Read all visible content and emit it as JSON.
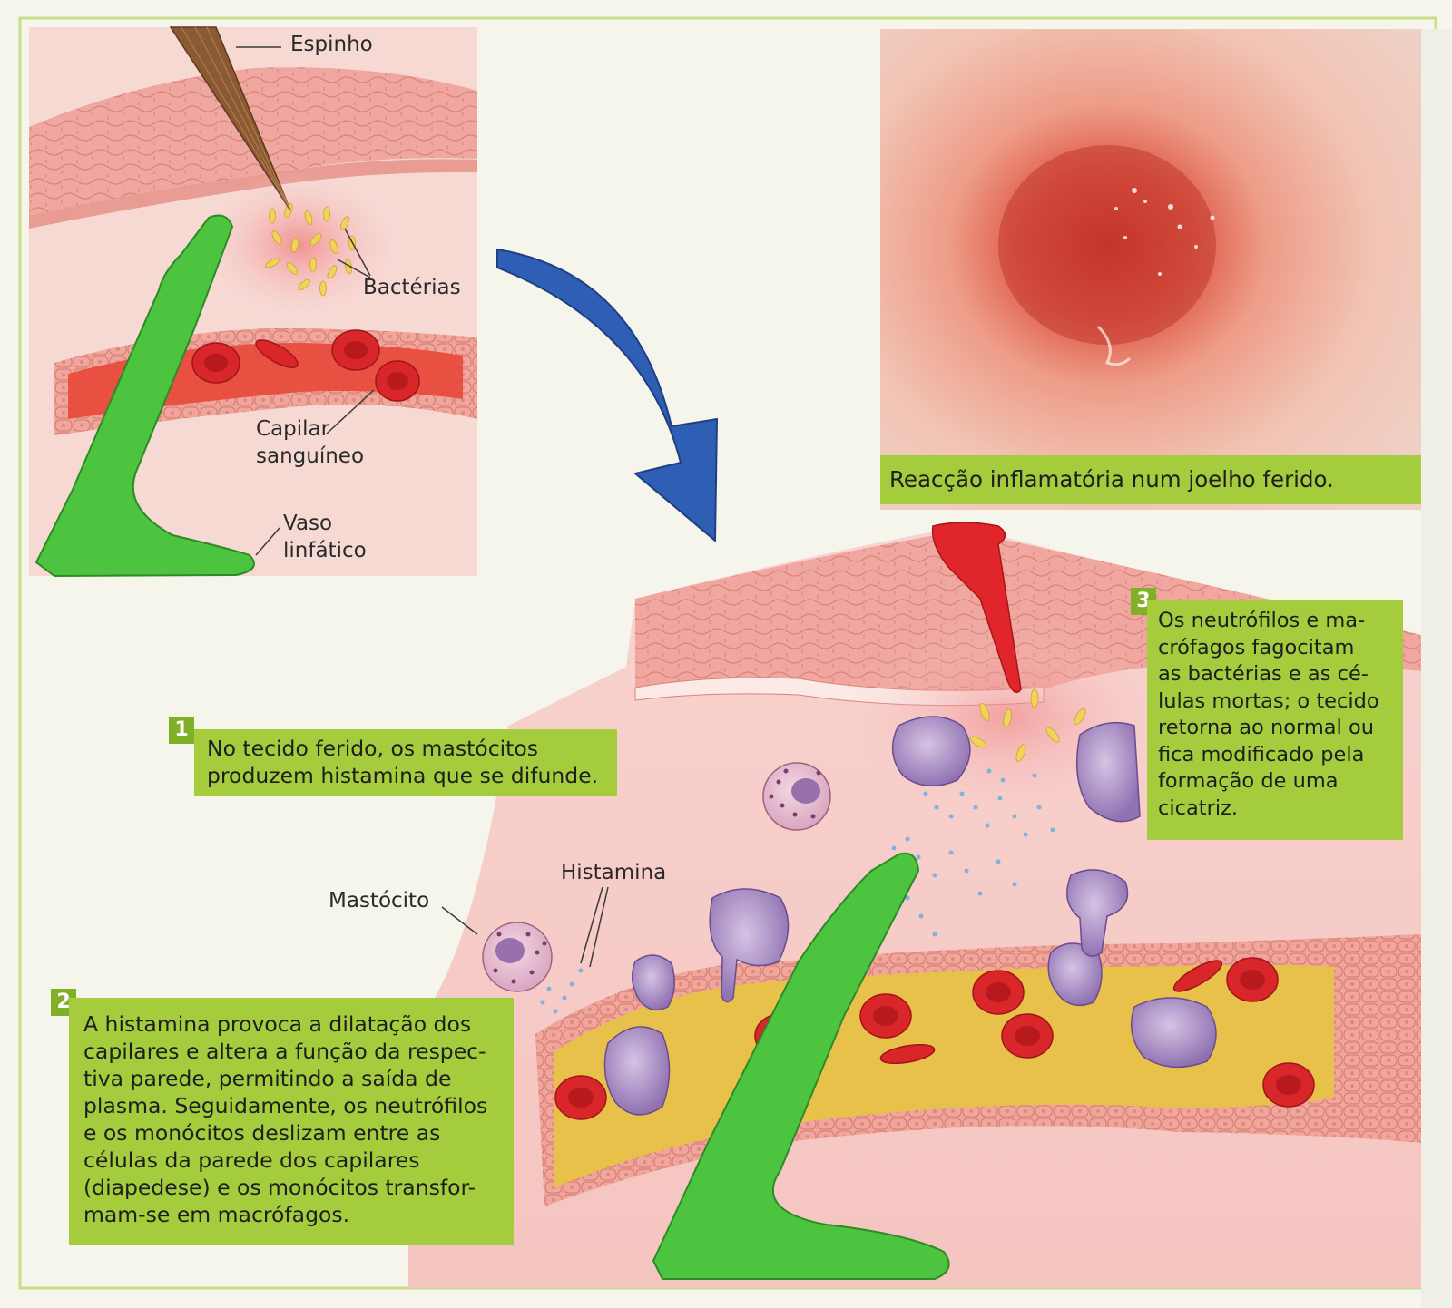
{
  "labels": {
    "espinho": "Espinho",
    "bacterias": "Bactérias",
    "capilar_line1": "Capilar",
    "capilar_line2": "sanguíneo",
    "vaso_line1": "Vaso",
    "vaso_line2": "linfático",
    "mastocito": "Mastócito",
    "histamina": "Histamina"
  },
  "photo": {
    "caption": "Reacção inflamatória num joelho ferido."
  },
  "steps": [
    {
      "number": "1",
      "lines": [
        "No tecido ferido, os mastócitos",
        "produzem histamina que se difunde."
      ]
    },
    {
      "number": "2",
      "lines": [
        "A histamina provoca a dilatação dos",
        "capilares e altera a função da respec-",
        "tiva parede, permitindo a saída de",
        "plasma. Seguidamente, os neutrófilos",
        "e os monócitos deslizam entre as",
        "células da parede dos capilares",
        "(diapedese) e os monócitos transfor-",
        "mam-se em macrófagos."
      ]
    },
    {
      "number": "3",
      "lines": [
        "Os neutrófilos e ma-",
        "crófagos fagocitam",
        "as bactérias e as cé-",
        "lulas mortas; o tecido",
        "retorna ao normal ou",
        "fica modificado pela",
        "formação de uma",
        "cicatriz."
      ]
    }
  ],
  "colors": {
    "green_box": "#a4cc3c",
    "lymph_green": "#4cc440",
    "arrow_blue": "#2e5fb4",
    "blood_red": "#d8262a",
    "macrophage_purple": "#9070b0",
    "tissue_pink": "#f2b4ae"
  }
}
